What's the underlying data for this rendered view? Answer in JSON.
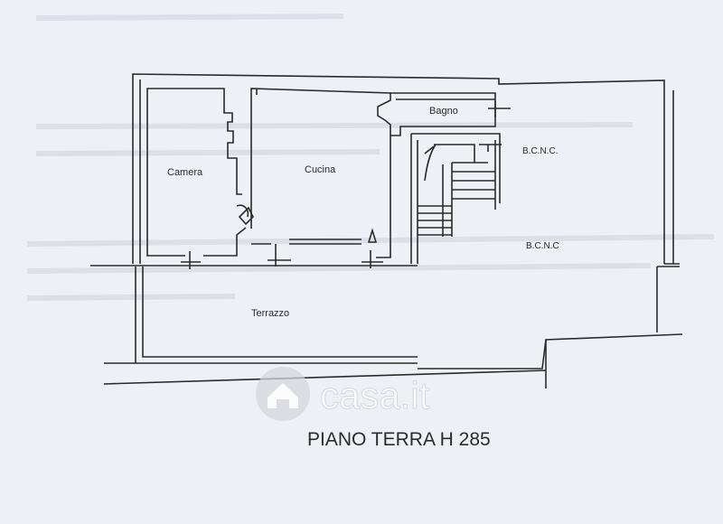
{
  "plan": {
    "rooms": {
      "camera": "Camera",
      "cucina": "Cucina",
      "bagno": "Bagno",
      "terrazzo": "Terrazzo",
      "bcnc_stair": "B.C.N.C.",
      "bcnc_right": "B.C.N.C"
    },
    "footer_title": "PIANO TERRA H 285"
  },
  "watermark": {
    "brand": "casa.it",
    "logo_icon": "house-in-circle-icon"
  },
  "colors": {
    "paper": "#eef0f5",
    "ink": "#2b2b2b",
    "watermark": "#ffffff"
  }
}
